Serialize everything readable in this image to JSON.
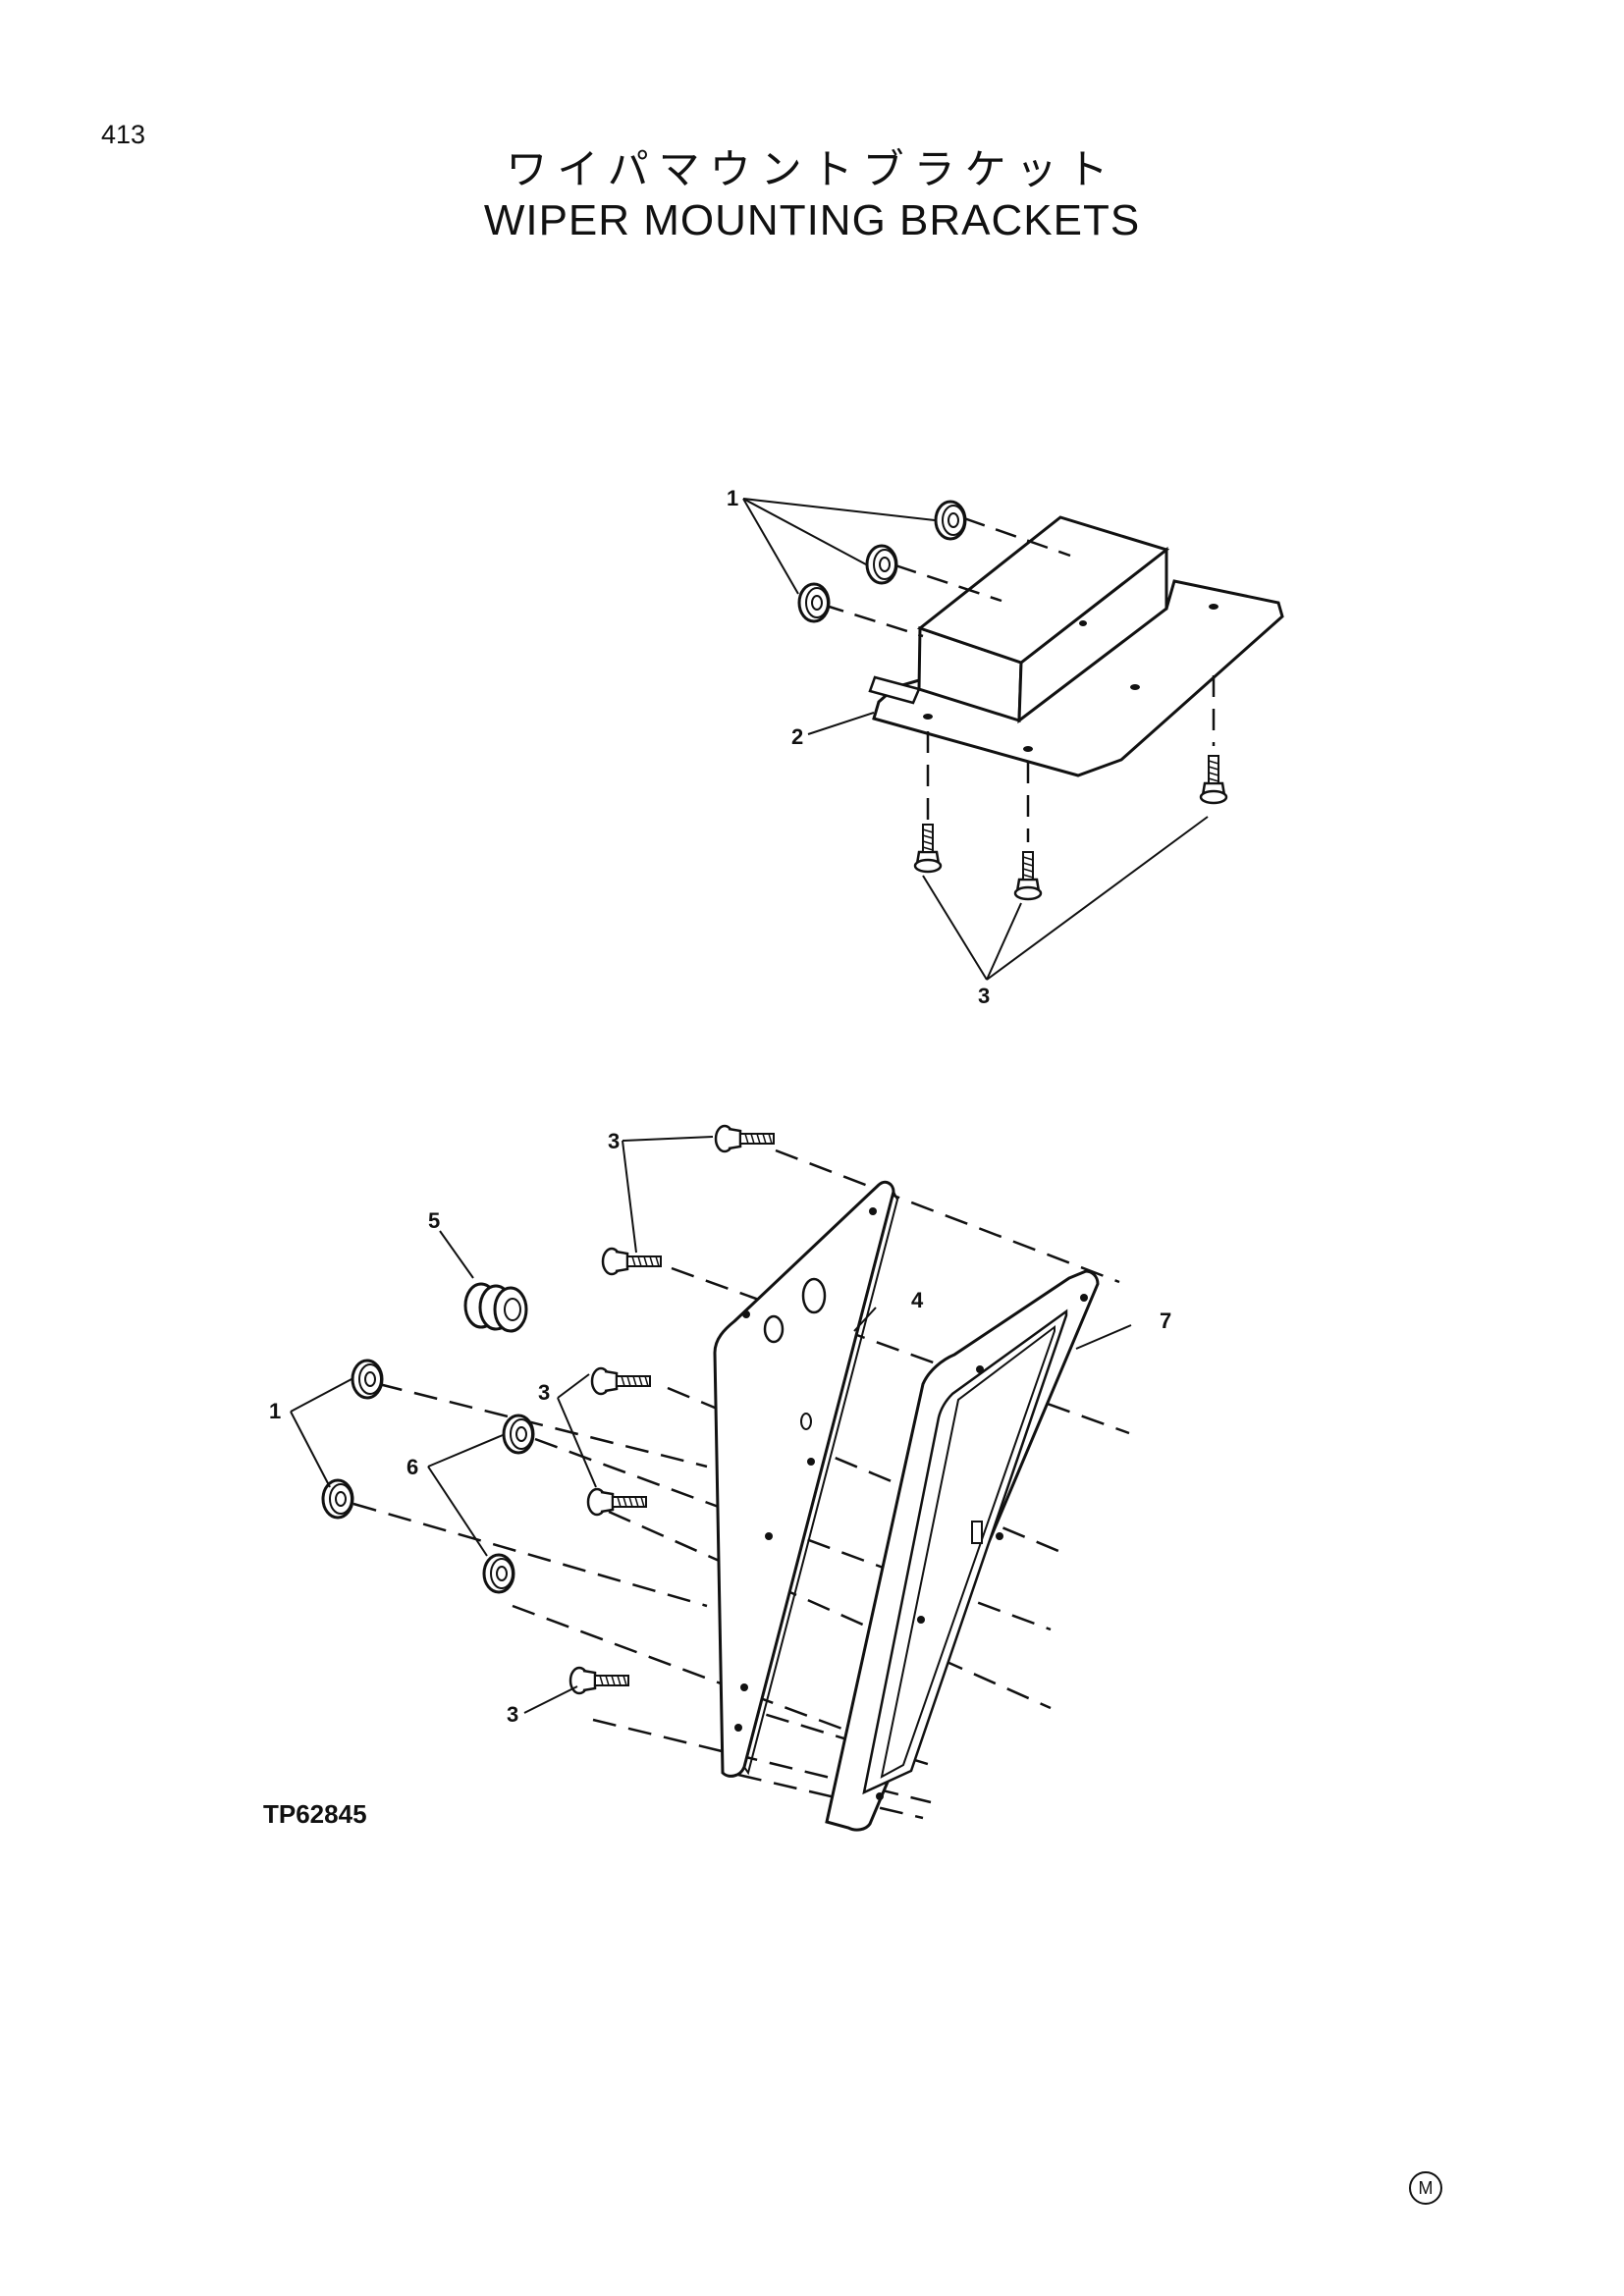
{
  "page": {
    "number": "413"
  },
  "title": {
    "japanese": "ワイパマウントブラケット",
    "english": "WIPER MOUNTING BRACKETS"
  },
  "diagram": {
    "reference_code": "TP62845",
    "callouts": [
      "1",
      "2",
      "3",
      "3",
      "5",
      "4",
      "7",
      "1",
      "6",
      "3",
      "3"
    ],
    "trademark": "M"
  }
}
